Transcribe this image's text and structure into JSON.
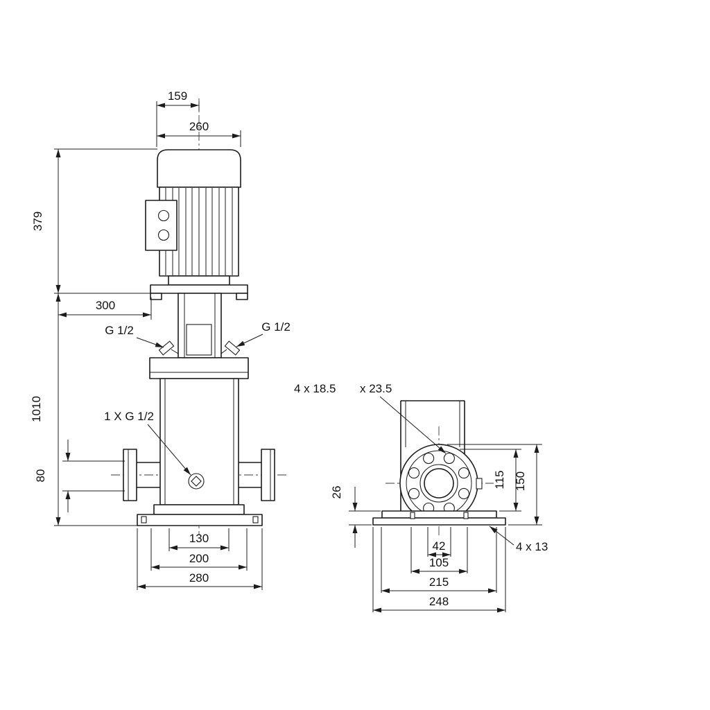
{
  "front_view": {
    "dims": {
      "top_small": "159",
      "motor_width": "260",
      "motor_height": "379",
      "mid": "300",
      "total_height": "1010",
      "port_height": "80",
      "base_inner": "130",
      "base_mid": "200",
      "base_outer": "280"
    },
    "labels": {
      "vent_left": "G 1/2",
      "vent_right": "G 1/2",
      "drain": "1 X G 1/2"
    }
  },
  "side_view": {
    "dims": {
      "base_height": "26",
      "flange_mid_height": "115",
      "flange_top_height": "150",
      "bore": "42",
      "raised_face": "105",
      "base_top_width": "215",
      "base_outer_width": "248"
    },
    "labels": {
      "flange_holes_a": "4 x 18.5",
      "flange_holes_b": "x 23.5",
      "base_holes": "4 x 13"
    }
  }
}
